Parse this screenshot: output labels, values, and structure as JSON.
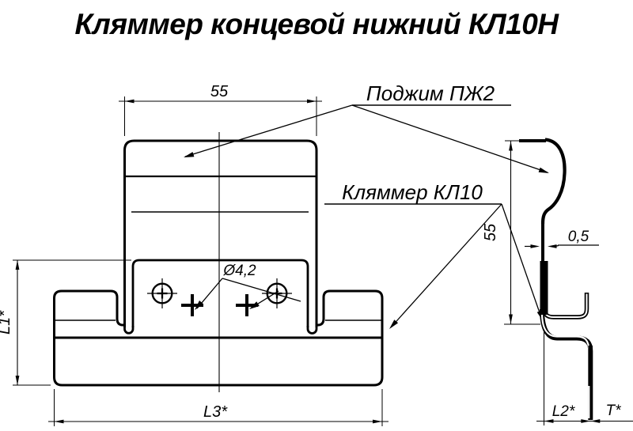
{
  "title": "Кляммер концевой нижний КЛ10Н",
  "callouts": {
    "podzhim_label": "Поджим ПЖ2",
    "klyammer_label": "Кляммер КЛ10"
  },
  "dimensions": {
    "tongue_width": "55",
    "hole_diameter": "Ø4,2",
    "clamp_height": "L1*",
    "base_length": "L3*",
    "side_height": "55",
    "material_thickness": "0,5",
    "side_offset": "L2*",
    "side_tail": "T*"
  },
  "colors": {
    "line": "#000000",
    "background": "#ffffff"
  }
}
